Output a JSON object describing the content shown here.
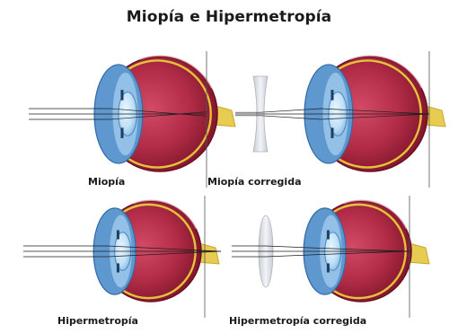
{
  "title": "Miopía e Hipermetropía",
  "panels": [
    {
      "caption": "Miopía",
      "lens": "none",
      "focus": "before-retina"
    },
    {
      "caption": "Miopía corregida",
      "lens": "concave",
      "focus": "on-retina"
    },
    {
      "caption": "Hipermetropía",
      "lens": "none",
      "focus": "behind-retina"
    },
    {
      "caption": "Hipermetropía corregida",
      "lens": "convex",
      "focus": "on-retina"
    }
  ],
  "colors": {
    "sclera": "#8e1b32",
    "sclera_inner": "#c4405e",
    "choroid": "#e6c23c",
    "cornea": "#5f98cf",
    "lens": "#b9dcf4",
    "nerve": "#e8cc52",
    "corrective_lens": "#d8dde4",
    "light_ray": "#1f1f1f"
  }
}
